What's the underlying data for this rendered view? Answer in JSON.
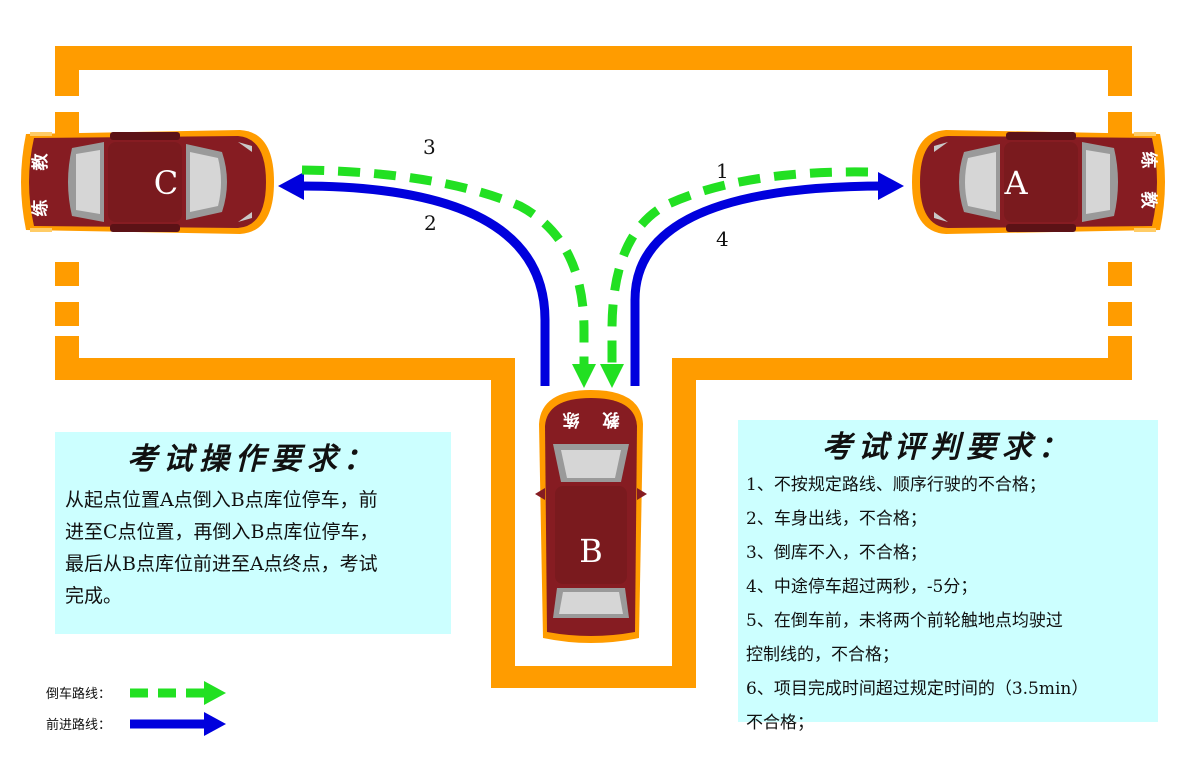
{
  "colors": {
    "boundary": "#ff9c00",
    "reverse_route": "#22e022",
    "forward_route": "#0000dd",
    "car_body": "#861c22",
    "panel_bg": "#ccffff"
  },
  "cars": {
    "a": {
      "letter": "A",
      "text1": "教",
      "text2": "练"
    },
    "b": {
      "letter": "B",
      "text1": "教",
      "text2": "练"
    },
    "c": {
      "letter": "C",
      "text1": "教",
      "text2": "练"
    }
  },
  "route_numbers": [
    "1",
    "2",
    "3",
    "4"
  ],
  "operation": {
    "title": "考试操作要求：",
    "lines": [
      "从起点位置A点倒入B点库位停车，前",
      "进至C点位置，再倒入B点库位停车，",
      "最后从B点库位前进至A点终点，考试",
      "完成。"
    ]
  },
  "judging": {
    "title": "考试评判要求：",
    "rules": [
      "1、不按规定路线、顺序行驶的不合格；",
      "2、车身出线，不合格；",
      "3、倒库不入，不合格；",
      "4、中途停车超过两秒，-5分；",
      "5、在倒车前，未将两个前轮触地点均驶过",
      "控制线的，不合格；",
      "6、项目完成时间超过规定时间的（3.5min）",
      "不合格；"
    ]
  },
  "legend": {
    "reverse_label": "倒车路线：",
    "forward_label": "前进路线："
  }
}
